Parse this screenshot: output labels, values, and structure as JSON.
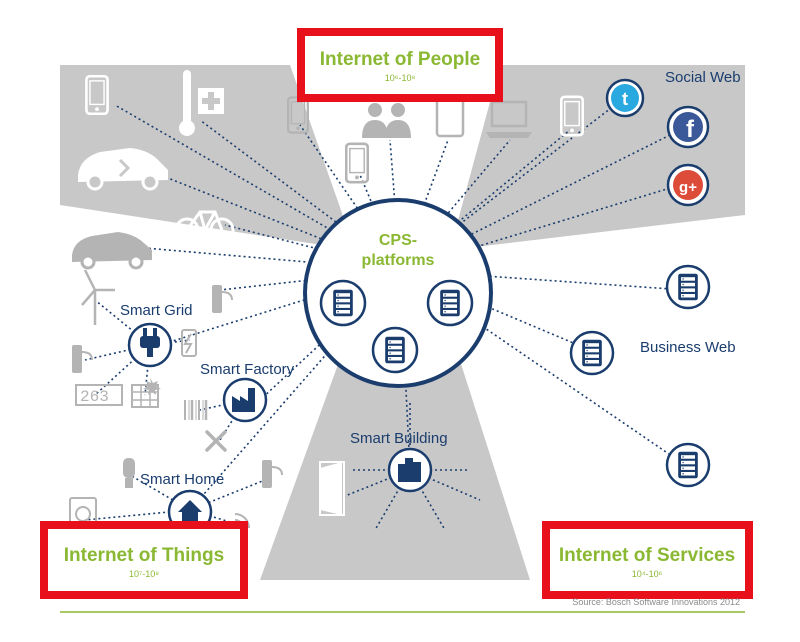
{
  "colors": {
    "grey_band": "#c8c8c8",
    "navy": "#1a3d6e",
    "green": "#8ab833",
    "highlight_red": "#e8101a",
    "light_grey_icon": "#b4b4b4",
    "source_line": "#8ab833"
  },
  "groups": {
    "people": {
      "title": "Internet of People",
      "range": "10⁶-10⁸"
    },
    "things": {
      "title": "Internet of Things",
      "range": "10⁷-10⁸"
    },
    "services": {
      "title": "Internet of Services",
      "range": "10⁴-10⁶"
    }
  },
  "hub": {
    "title_line1": "CPS-",
    "title_line2": "platforms"
  },
  "labels": {
    "social_web": "Social Web",
    "business_web": "Business Web",
    "smart_grid": "Smart Grid",
    "smart_factory": "Smart Factory",
    "smart_home": "Smart Home",
    "smart_building": "Smart Building"
  },
  "meter_digits": "263",
  "source": "Source: Bosch Software Innovations 2012",
  "icons": {
    "phone": "phone-icon",
    "thermometer": "thermometer-icon",
    "medical": "medical-cross-icon",
    "ecar": "electric-car-icon",
    "bike": "bicycle-icon",
    "people": "people-icon",
    "tablet": "tablet-icon",
    "laptop": "laptop-icon",
    "twitter": "twitter-icon",
    "facebook": "facebook-icon",
    "gplus": "google-plus-icon",
    "server": "server-icon",
    "plug": "power-plug-icon",
    "factory": "factory-icon",
    "house": "house-icon",
    "building": "building-icon",
    "wind": "wind-turbine-icon",
    "charger": "charging-station-icon",
    "bolt": "lightning-icon",
    "meter": "meter-icon",
    "solar": "solar-panel-icon",
    "barcode": "barcode-icon",
    "tools": "tools-icon",
    "bulb": "light-bulb-icon",
    "washer": "washing-machine-icon",
    "wifi": "wifi-icon",
    "door": "door-icon"
  }
}
